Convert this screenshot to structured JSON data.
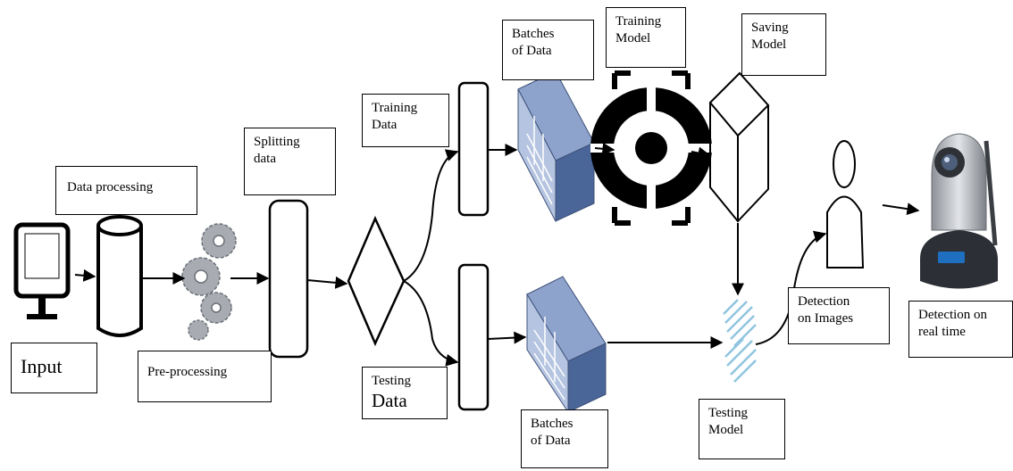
{
  "labels": {
    "input": "Input",
    "data_processing": "Data processing",
    "pre_processing": "Pre-processing",
    "splitting_data_1": "Splitting",
    "splitting_data_2": "data",
    "training_data_1": "Training",
    "training_data_2": "Data",
    "testing_data_1": "Testing",
    "testing_data_2": "Data",
    "batches_top_1": "Batches",
    "batches_top_2": "of Data",
    "batches_bottom_1": "Batches",
    "batches_bottom_2": "of Data",
    "training_model_1": "Training",
    "training_model_2": "Model",
    "saving_model_1": "Saving",
    "saving_model_2": "Model",
    "testing_model_1": "Testing",
    "testing_model_2": "Model",
    "detection_images_1": "Detection",
    "detection_images_2": "on Images",
    "detection_realtime_1": "Detection on",
    "detection_realtime_2": "real time"
  },
  "icons": [
    "monitor-icon",
    "database-cylinder-icon",
    "gears-icon",
    "rounded-rectangle-icon",
    "decision-diamond-icon",
    "data-batch-block-icon",
    "target-crosshair-icon",
    "cube-icon",
    "person-outline-icon",
    "testing-model-hatch-icon",
    "ip-camera-icon"
  ],
  "colors": {
    "block_blue": "#6f87b8",
    "hatch_blue": "#8fc4e0",
    "camera_silver": "#b8bcc2"
  }
}
